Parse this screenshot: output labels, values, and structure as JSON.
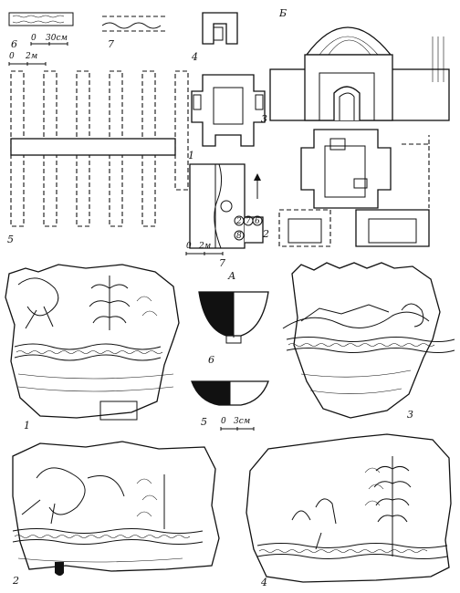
{
  "section_labels": {
    "a": "А",
    "b": "Б"
  },
  "scales": {
    "small_objects": {
      "zero": "0",
      "value": "30см"
    },
    "grid_plan": {
      "zero": "0",
      "value": "2м"
    },
    "canal_plan": {
      "zero": "0",
      "value": "2м"
    },
    "vessels": {
      "zero": "0",
      "value": "3см"
    }
  },
  "figure_numbers": {
    "top_6": "6",
    "top_7": "7",
    "plan_4": "4",
    "plan_1": "1",
    "plan_3": "3",
    "plan_2": "2",
    "grid_5": "5",
    "canal_7": "7",
    "relief_1": "1",
    "relief_2": "2",
    "relief_3": "3",
    "relief_4": "4",
    "vessel_6": "6",
    "vessel_5": "5"
  },
  "canal_circles": [
    "2",
    "7",
    "6",
    "8"
  ],
  "colors": {
    "ink": "#111111",
    "paper": "#ffffff"
  }
}
